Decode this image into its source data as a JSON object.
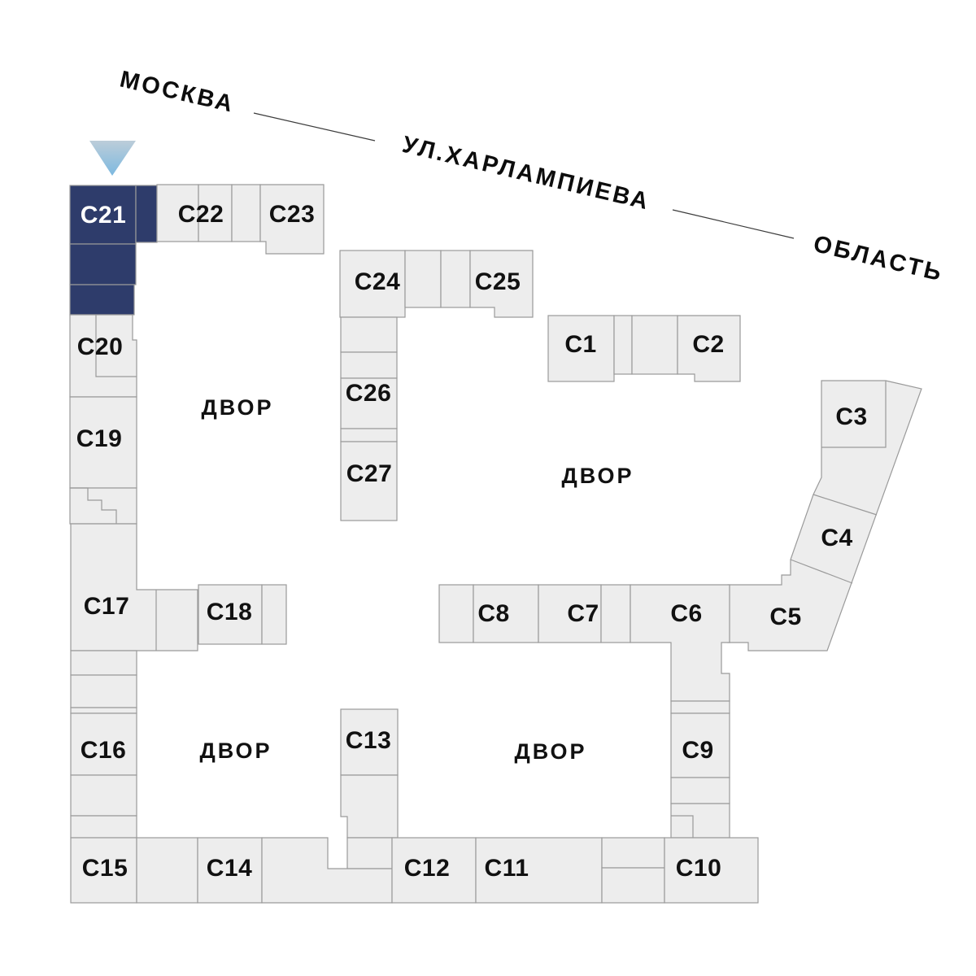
{
  "colors": {
    "block_fill": "#ededed",
    "block_border": "#9a9a9a",
    "highlight": "#2e3c6b",
    "highlight_text": "#ffffff",
    "label_text": "#111111",
    "marker_top": "#bccdd9",
    "marker_bottom": "#7db9e0"
  },
  "street": {
    "left_label": "МОСКВА",
    "name_label": "УЛ.ХАРЛАМПИЕВА",
    "right_label": "ОБЛАСТЬ"
  },
  "courtyards": [
    {
      "label": "ДВОР"
    },
    {
      "label": "ДВОР"
    },
    {
      "label": "ДВОР"
    },
    {
      "label": "ДВОР"
    }
  ],
  "blocks": [
    {
      "id": "C21",
      "label": "С21",
      "highlighted": true
    },
    {
      "id": "C22",
      "label": "С22",
      "highlighted": false
    },
    {
      "id": "C23",
      "label": "С23",
      "highlighted": false
    },
    {
      "id": "C24",
      "label": "С24",
      "highlighted": false
    },
    {
      "id": "C25",
      "label": "С25",
      "highlighted": false
    },
    {
      "id": "C26",
      "label": "С26",
      "highlighted": false
    },
    {
      "id": "C27",
      "label": "С27",
      "highlighted": false
    },
    {
      "id": "C1",
      "label": "С1",
      "highlighted": false
    },
    {
      "id": "C2",
      "label": "С2",
      "highlighted": false
    },
    {
      "id": "C3",
      "label": "С3",
      "highlighted": false
    },
    {
      "id": "C4",
      "label": "С4",
      "highlighted": false
    },
    {
      "id": "C5",
      "label": "С5",
      "highlighted": false
    },
    {
      "id": "C8",
      "label": "С8",
      "highlighted": false
    },
    {
      "id": "C7",
      "label": "С7",
      "highlighted": false
    },
    {
      "id": "C6",
      "label": "С6",
      "highlighted": false
    },
    {
      "id": "C9",
      "label": "С9",
      "highlighted": false
    },
    {
      "id": "C20",
      "label": "С20",
      "highlighted": false
    },
    {
      "id": "C19",
      "label": "С19",
      "highlighted": false
    },
    {
      "id": "C17",
      "label": "С17",
      "highlighted": false
    },
    {
      "id": "C18",
      "label": "С18",
      "highlighted": false
    },
    {
      "id": "C16",
      "label": "С16",
      "highlighted": false
    },
    {
      "id": "C15",
      "label": "С15",
      "highlighted": false
    },
    {
      "id": "C14",
      "label": "С14",
      "highlighted": false
    },
    {
      "id": "C13",
      "label": "С13",
      "highlighted": false
    },
    {
      "id": "C12",
      "label": "С12",
      "highlighted": false
    },
    {
      "id": "C11",
      "label": "С11",
      "highlighted": false
    },
    {
      "id": "C10",
      "label": "С10",
      "highlighted": false
    }
  ]
}
